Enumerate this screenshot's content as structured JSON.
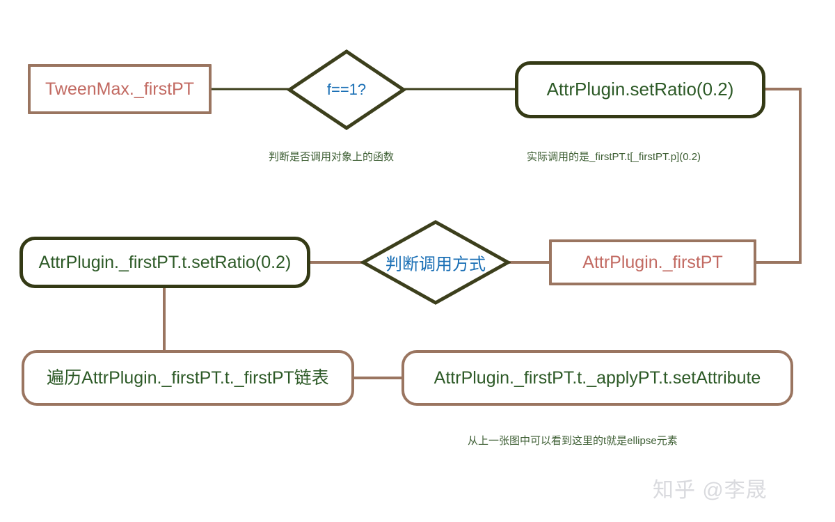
{
  "diagram": {
    "title": "AttrPlugin setRatio call-chain flowchart",
    "colors": {
      "border_brown": "#9a7560",
      "border_olive": "#343a15",
      "text_rose": "#c26a62",
      "text_green": "#2d5a27",
      "text_blue": "#1a6fb5",
      "note_green": "#3d5e33",
      "wire_brown": "#9a7560",
      "wire_olive": "#3c3f1c",
      "watermark_gray": "#d9dade",
      "background": "#ffffff"
    },
    "nodes": [
      {
        "id": "tweenmax_firstpt",
        "label": "TweenMax._firstPT"
      },
      {
        "id": "attrplugin_setratio",
        "label": "AttrPlugin.setRatio(0.2)"
      },
      {
        "id": "attr_firstpt_t_setratio",
        "label": "AttrPlugin._firstPT.t.setRatio(0.2)"
      },
      {
        "id": "attrplugin_firstpt",
        "label": "AttrPlugin._firstPT"
      },
      {
        "id": "traverse_linklist",
        "label": "遍历AttrPlugin._firstPT.t._firstPT链表"
      },
      {
        "id": "applypt_setattribute",
        "label": "AttrPlugin._firstPT.t._applyPT.t.setAttribute"
      }
    ],
    "decisions": [
      {
        "id": "f_eq_1",
        "label": "f==1?"
      },
      {
        "id": "call_style",
        "label": "判断调用方式"
      }
    ],
    "notes": [
      {
        "id": "note_判断函数",
        "text": "判断是否调用对象上的函数"
      },
      {
        "id": "note_实际调用",
        "text": "实际调用的是_firstPT.t[_firstPT.p](0.2)"
      },
      {
        "id": "note_ellipse",
        "text": "从上一张图中可以看到这里的t就是ellipse元素"
      }
    ],
    "watermark": {
      "text": "知乎 @李晟"
    }
  }
}
